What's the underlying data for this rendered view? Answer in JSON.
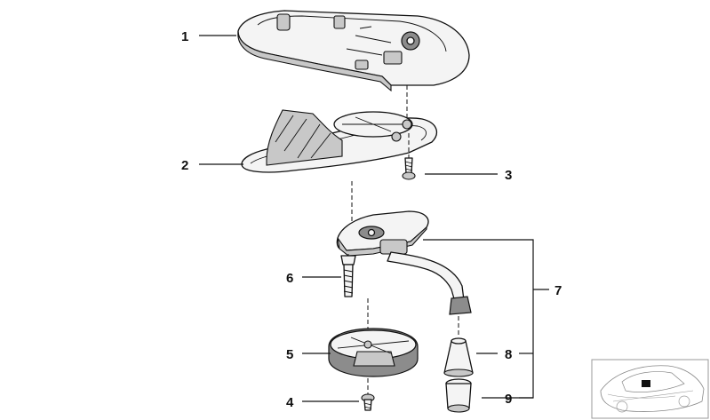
{
  "callouts": [
    {
      "id": "1",
      "text": "1"
    },
    {
      "id": "2",
      "text": "2"
    },
    {
      "id": "3",
      "text": "3"
    },
    {
      "id": "4",
      "text": "4"
    },
    {
      "id": "5",
      "text": "5"
    },
    {
      "id": "6",
      "text": "6"
    },
    {
      "id": "7",
      "text": "7"
    },
    {
      "id": "8",
      "text": "8"
    },
    {
      "id": "9",
      "text": "9"
    }
  ],
  "colors": {
    "line": "#111111",
    "background": "#ffffff",
    "thumbnail_border": "#999999"
  }
}
